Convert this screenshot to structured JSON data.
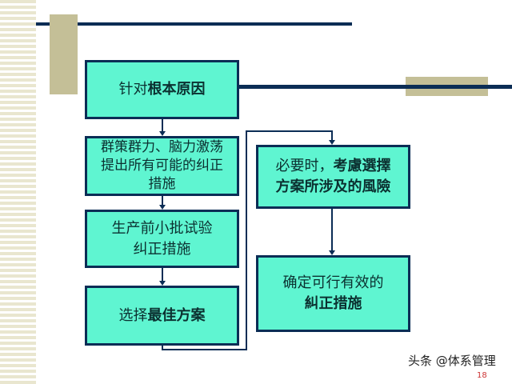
{
  "boxes": {
    "b1": {
      "a": "针对",
      "b": "根本原因"
    },
    "b2": {
      "l1": "群策群力、脑力激荡",
      "l2": "提出所有可能的纠正",
      "l3": "措施"
    },
    "b3": {
      "l1": "生产前小批试验",
      "l2": "纠正措施"
    },
    "b4": {
      "a": "选择",
      "b": "最佳方案"
    },
    "b5": {
      "a": "必要时，",
      "b": "考慮選擇",
      "l2": "方案所涉及的風險"
    },
    "b6": {
      "l1": "确定可行有效的",
      "l2": "糾正措施"
    }
  },
  "watermark": "头条 @体系管理",
  "page_number": "18"
}
